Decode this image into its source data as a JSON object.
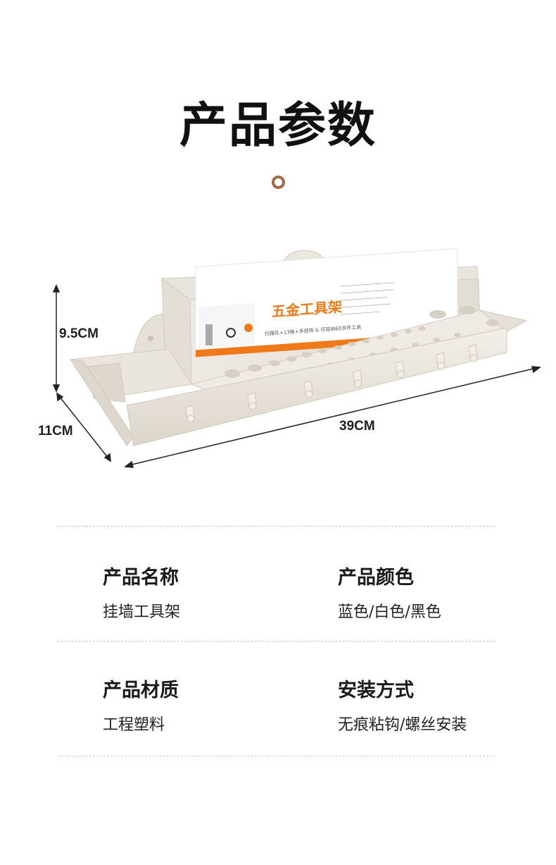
{
  "header": {
    "title": "产品参数"
  },
  "dimensions": {
    "height": "9.5CM",
    "depth": "11CM",
    "width": "39CM"
  },
  "package_label": {
    "title": "五金工具架",
    "tagline": "扫描孔+13格+多挂钩 & 可容纳60多件工具"
  },
  "specs": [
    {
      "label": "产品名称",
      "value": "挂墙工具架"
    },
    {
      "label": "产品颜色",
      "value": "蓝色/白色/黑色"
    },
    {
      "label": "产品材质",
      "value": "工程塑料"
    },
    {
      "label": "安装方式",
      "value": "无痕粘钩/螺丝安装"
    }
  ],
  "colors": {
    "accent": "#a36a45",
    "label_orange": "#f07a1a",
    "product": "#ece7df"
  }
}
